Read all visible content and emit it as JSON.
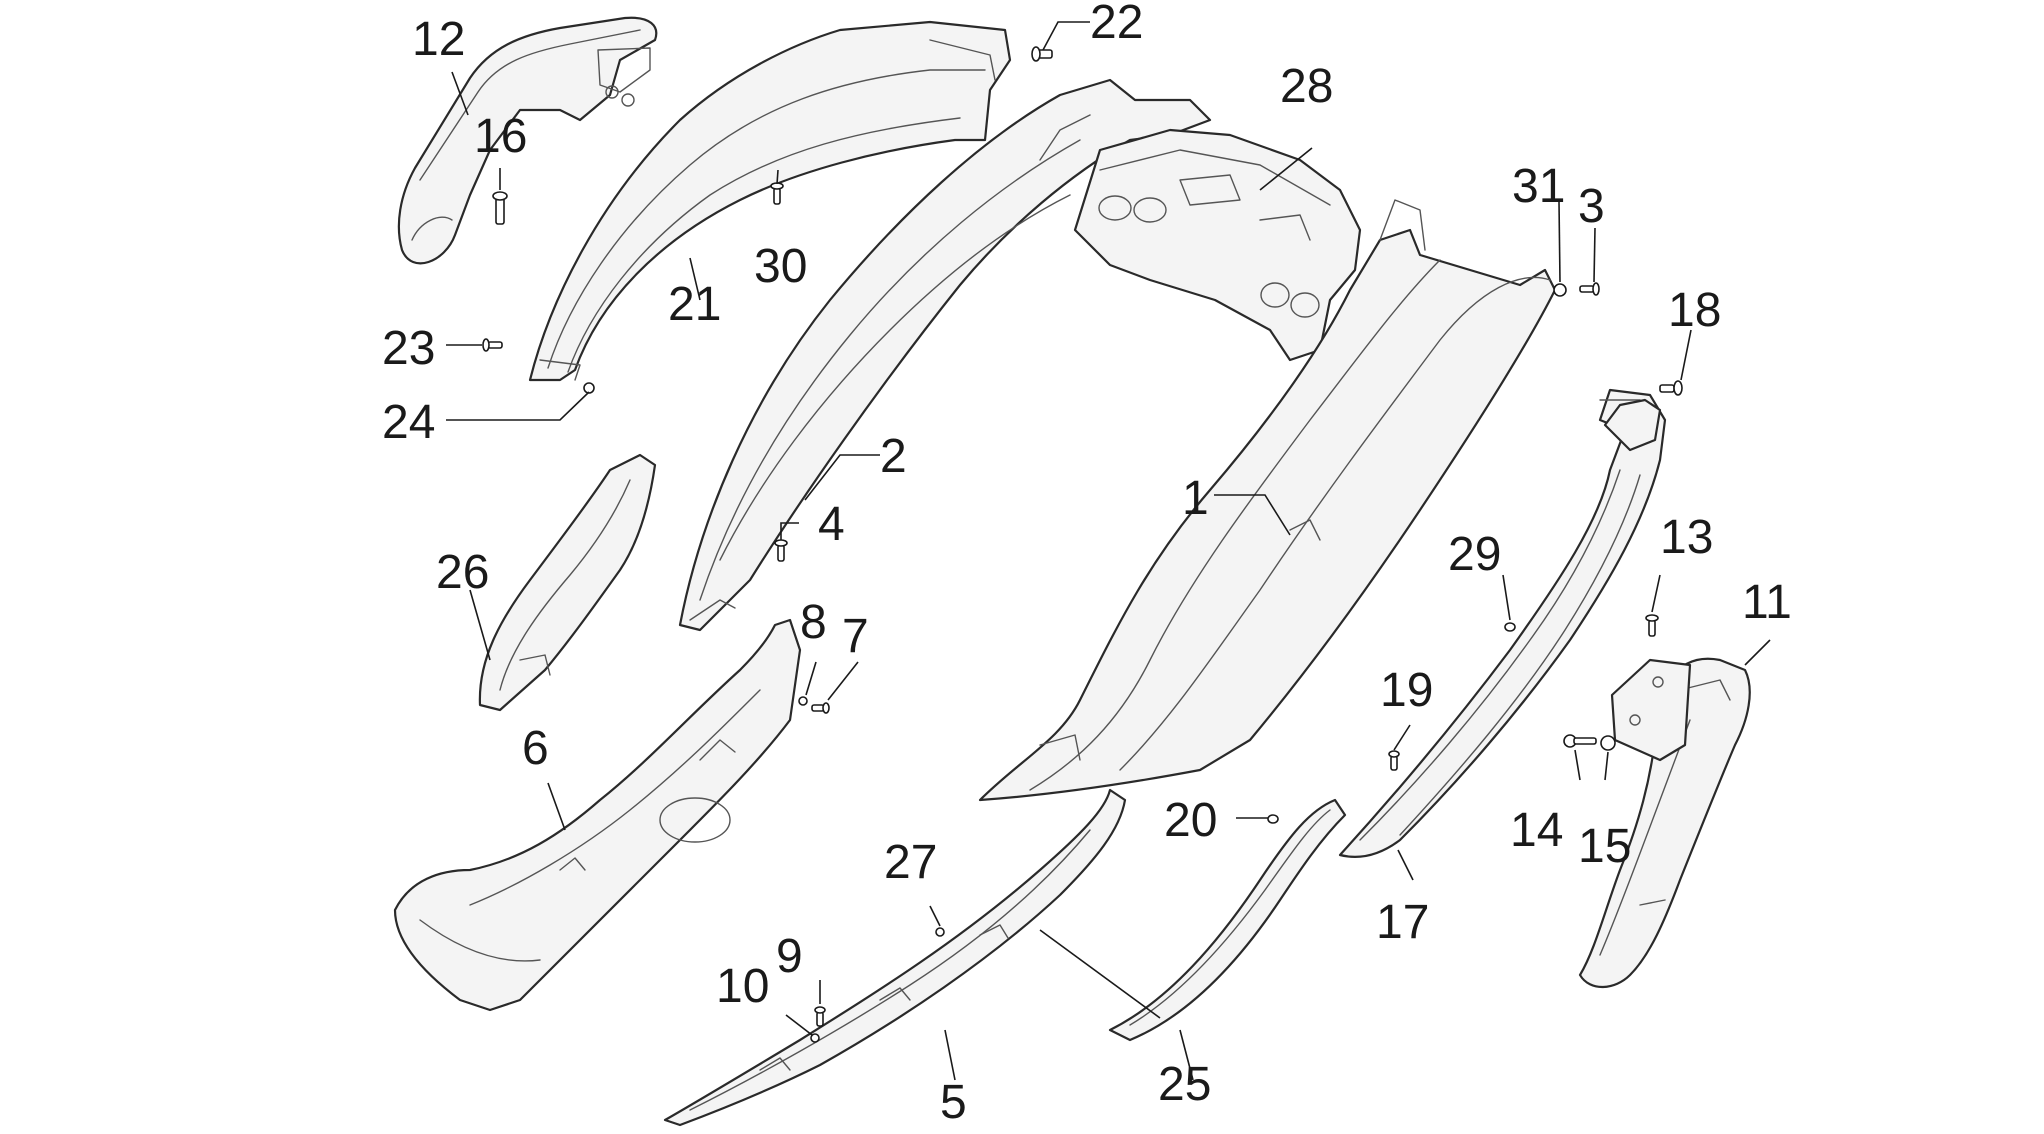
{
  "callouts": {
    "c1": "1",
    "c2": "2",
    "c3": "3",
    "c4": "4",
    "c5": "5",
    "c6": "6",
    "c7": "7",
    "c8": "8",
    "c9": "9",
    "c10": "10",
    "c11": "11",
    "c12": "12",
    "c13": "13",
    "c14": "14",
    "c15": "15",
    "c16": "16",
    "c17": "17",
    "c18": "18",
    "c19": "19",
    "c20": "20",
    "c21": "21",
    "c22": "22",
    "c23": "23",
    "c24": "24",
    "c25": "25",
    "c26": "26",
    "c27": "27",
    "c28": "28",
    "c29": "29",
    "c30": "30",
    "c31": "31"
  },
  "colors": {
    "line": "#2a2a2a",
    "background": "#ffffff",
    "part_fill": "#f4f4f4"
  }
}
